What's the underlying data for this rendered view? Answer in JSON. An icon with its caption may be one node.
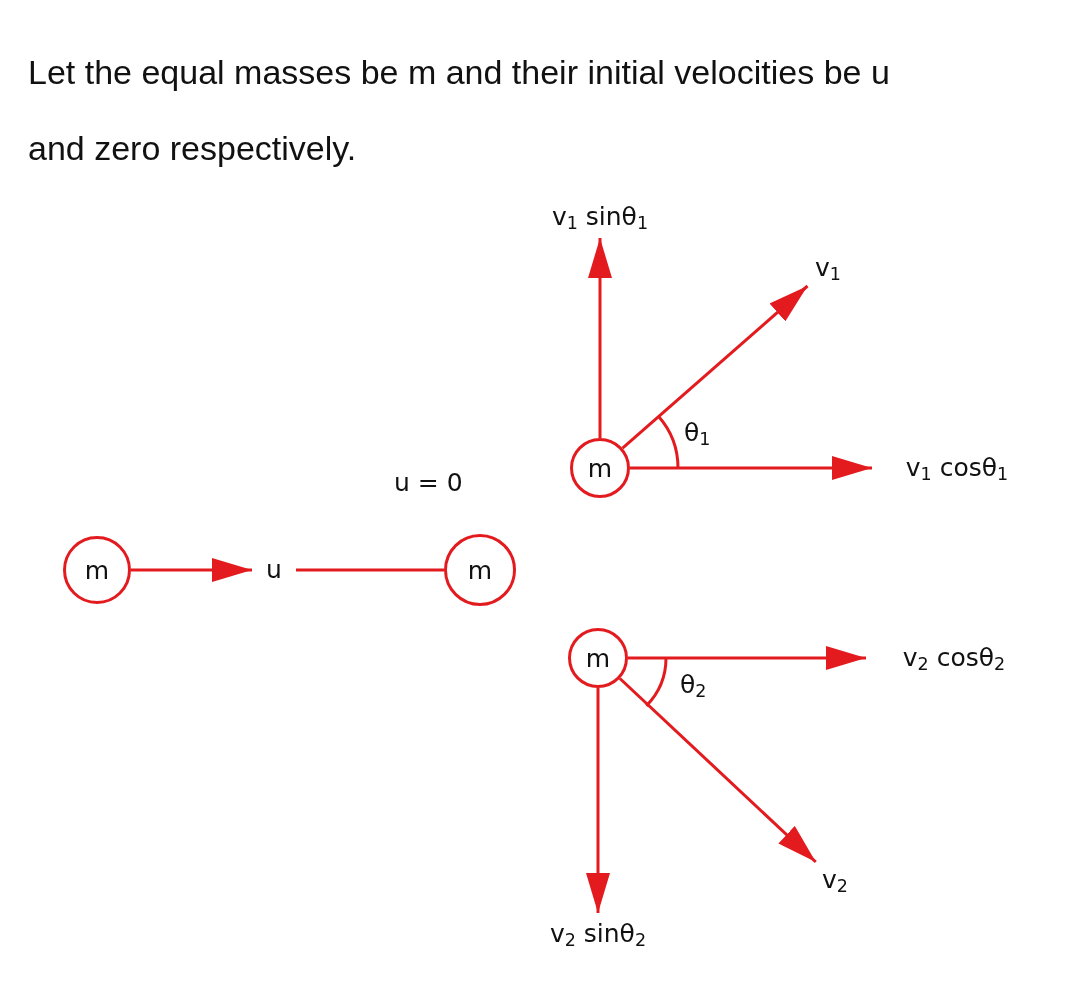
{
  "diagram": {
    "title": "Let the equal masses be m and their initial velocities be u and zero respectively.",
    "nodes": [
      {
        "text": [
          "m"
        ]
      },
      {
        "text": [
          "u"
        ]
      },
      {
        "text": [
          "m"
        ],
        "beside": [
          "u = 0"
        ]
      },
      {
        "text": [
          "m"
        ]
      },
      {
        "text": [
          "m"
        ]
      },
      {
        "text": [
          "v$_{1}$ sinθ$_{1}$"
        ]
      },
      {
        "text": [
          "v$_{1}$"
        ]
      },
      {
        "text": [
          "v$_{1}$ cosθ$_{1}$"
        ]
      },
      {
        "text": [
          "v$_{2}$ cosθ$_{2}$"
        ]
      },
      {
        "text": [
          "v$_{2}$"
        ]
      },
      {
        "text": [
          "v$_{2}$ sinθ$_{2}$"
        ]
      }
    ],
    "edges": [
      {
        "from": 0,
        "to": 1,
        "arrow": "to"
      },
      {
        "from": 1,
        "to": 2,
        "arrow": "none"
      },
      {
        "from": 3,
        "to": 5,
        "arrow": "to"
      },
      {
        "from": 3,
        "to": 6,
        "arrow": "to"
      },
      {
        "from": 3,
        "to": 7,
        "arrow": "to"
      },
      {
        "from": 4,
        "to": 8,
        "arrow": "to"
      },
      {
        "from": 4,
        "to": 9,
        "arrow": "to"
      },
      {
        "from": 4,
        "to": 10,
        "arrow": "to"
      }
    ],
    "labels": [
      "θ$_{1}$",
      "θ$_{2}$"
    ]
  }
}
